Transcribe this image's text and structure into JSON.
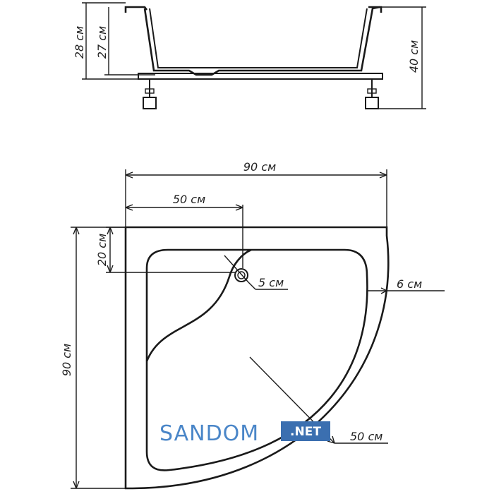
{
  "dimensions": {
    "side_total_height": "28 см",
    "side_inner_depth": "27 см",
    "overall_height": "40 см",
    "top_width": "90 см",
    "drain_offset_x": "50 см",
    "drain_offset_y": "20 см",
    "drain_diameter": "5 см",
    "rim_width": "6 см",
    "left_depth": "90 см",
    "radius": "50 см"
  },
  "logo": {
    "name": "SANDOM",
    "suffix": ".NET",
    "colors": {
      "text": "#4a86c8",
      "badge": "#3b6fb0"
    }
  }
}
